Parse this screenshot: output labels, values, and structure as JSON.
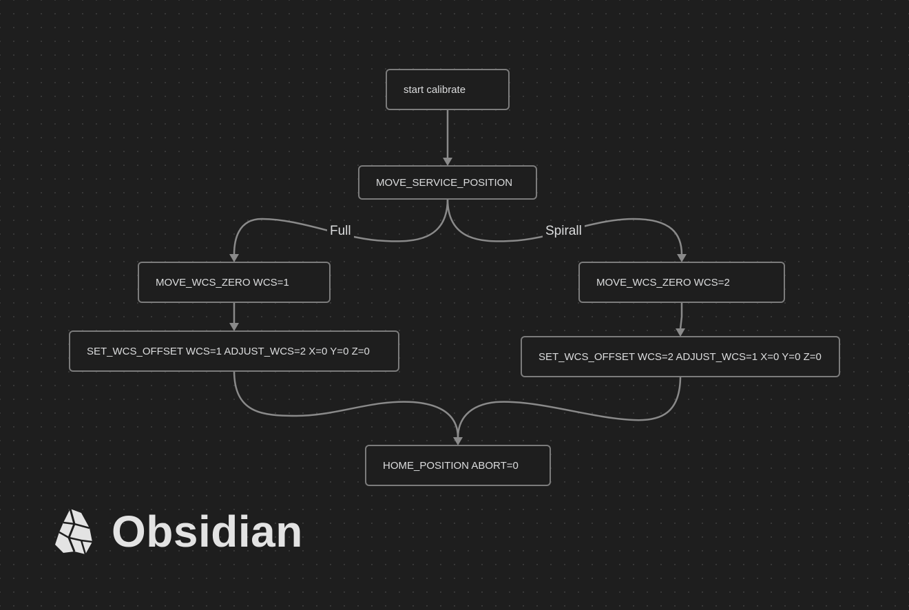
{
  "nodes": {
    "start": "start calibrate",
    "move_service": "MOVE_SERVICE_POSITION",
    "wcs_zero_1": "MOVE_WCS_ZERO WCS=1",
    "wcs_zero_2": "MOVE_WCS_ZERO WCS=2",
    "set_offset_1": "SET_WCS_OFFSET WCS=1 ADJUST_WCS=2 X=0 Y=0 Z=0",
    "set_offset_2": "SET_WCS_OFFSET WCS=2 ADJUST_WCS=1 X=0 Y=0 Z=0",
    "home": "HOME_POSITION ABORT=0"
  },
  "edge_labels": {
    "full": "Full",
    "spirall": "Spirall"
  },
  "logo": {
    "name": "Obsidian",
    "icon": "obsidian-logo-icon"
  },
  "colors": {
    "background": "#1e1e1e",
    "node_border": "#7c7c7c",
    "edge": "#8a8a8a",
    "text": "#dcddde"
  }
}
